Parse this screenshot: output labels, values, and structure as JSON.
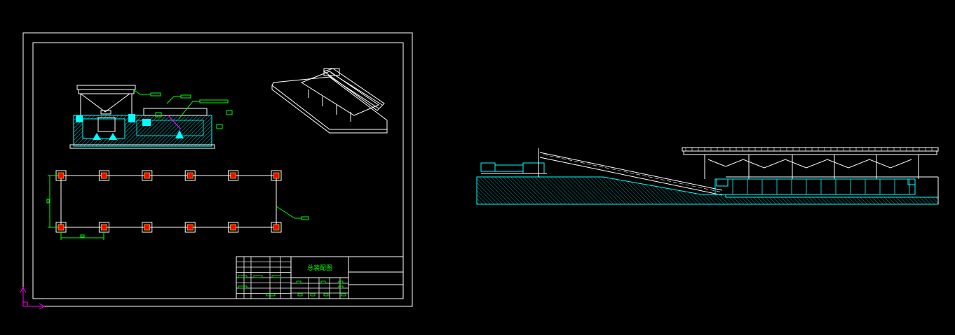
{
  "drawing": {
    "background": "#000000",
    "colors": {
      "frame": "#ffffff",
      "cyan": "#00ffff",
      "green": "#00ff00",
      "red": "#ff0000",
      "magenta": "#ff00ff",
      "yellow": "#ffff00"
    },
    "title_block": {
      "drawing_name": "总装配图"
    },
    "grid_plan": {
      "columns_per_row": 6,
      "rows": 2
    },
    "icons": [
      "ucs-axis-icon"
    ]
  }
}
